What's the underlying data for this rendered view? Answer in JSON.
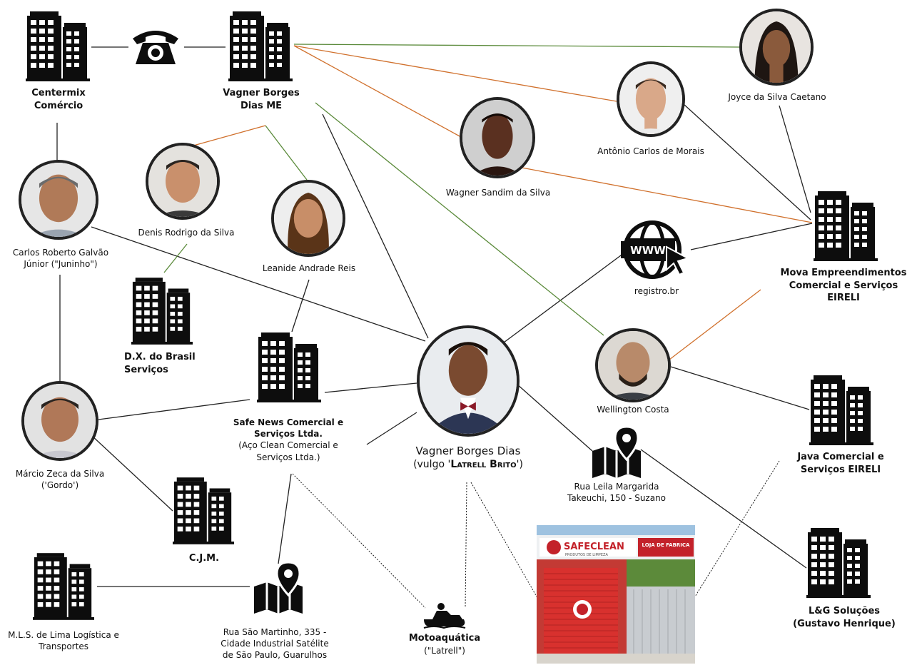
{
  "colors": {
    "black_link": "#222222",
    "green_link": "#5a8a3a",
    "orange_link": "#d0702c",
    "icon": "#0d0d0d"
  },
  "nodes": {
    "centermix": {
      "label_line1": "Centermix",
      "label_line2": "Comércio",
      "icon": "building-icon"
    },
    "phone": {
      "icon": "telephone-icon"
    },
    "vagner_me": {
      "label_line1": "Vagner Borges",
      "label_line2": "Dias ME",
      "icon": "building-icon"
    },
    "joyce": {
      "label": "Joyce da Silva Caetano"
    },
    "antonio": {
      "label": "Antônio Carlos de Morais"
    },
    "wagner": {
      "label": "Wagner Sandim da Silva"
    },
    "carlos": {
      "label_line1": "Carlos Roberto Galvão",
      "label_line2": "Júnior (\"Juninho\")"
    },
    "denis": {
      "label": "Denis Rodrigo da Silva"
    },
    "leanide": {
      "label": "Leanide Andrade Reis"
    },
    "dx": {
      "label_line1": "D.X. do Brasil",
      "label_line2": "Serviços",
      "icon": "building-icon"
    },
    "registro": {
      "label": "registro.br",
      "icon": "www-cursor-icon"
    },
    "mova": {
      "label_line1": "Mova Empreendimentos",
      "label_line2": "Comercial e Serviços",
      "label_line3": "EIRELI",
      "icon": "building-icon"
    },
    "safenews": {
      "label_line1": "Safe News Comercial e",
      "label_line2": "Serviços Ltda.",
      "label_line3": "(Aço Clean Comercial e",
      "label_line4": "Serviços Ltda.)",
      "icon": "building-icon"
    },
    "vagner_dias": {
      "label_line1": "Vagner Borges Dias",
      "label_line2_pre": "(vulgo '",
      "label_line2_em": "Latrell Brito",
      "label_line2_post": "')"
    },
    "wellington": {
      "label": "Wellington Costa"
    },
    "java": {
      "label_line1": "Java Comercial e",
      "label_line2": "Serviços EIRELI",
      "icon": "building-icon"
    },
    "marcio": {
      "label_line1": "Márcio Zeca da Silva",
      "label_line2": "('Gordo')"
    },
    "cjm": {
      "label": "C.J.M.",
      "icon": "building-icon"
    },
    "rua_leila": {
      "label_line1": "Rua Leila Margarida",
      "label_line2": "Takeuchi, 150 - Suzano",
      "icon": "map-pin-icon"
    },
    "mls": {
      "label_line1": "M.L.S. de Lima Logística e",
      "label_line2": "Transportes",
      "icon": "building-icon"
    },
    "rua_sao_martinho": {
      "label_line1": "Rua São Martinho, 335 -",
      "label_line2": "Cidade Industrial Satélite",
      "label_line3": "de São Paulo, Guarulhos",
      "icon": "map-pin-icon"
    },
    "jetski": {
      "label_line1": "Motoaquática",
      "label_line2": "(\"Latrell\")",
      "icon": "jetski-icon"
    },
    "store": {
      "sign_main": "SAFECLEAN",
      "sign_sub": "PRODUTOS DE LIMPEZA",
      "sign_right": "LOJA DE FABRICA"
    },
    "lg": {
      "label_line1": "L&G Soluções",
      "label_line2": "(Gustavo Henrique)",
      "icon": "building-icon"
    }
  }
}
